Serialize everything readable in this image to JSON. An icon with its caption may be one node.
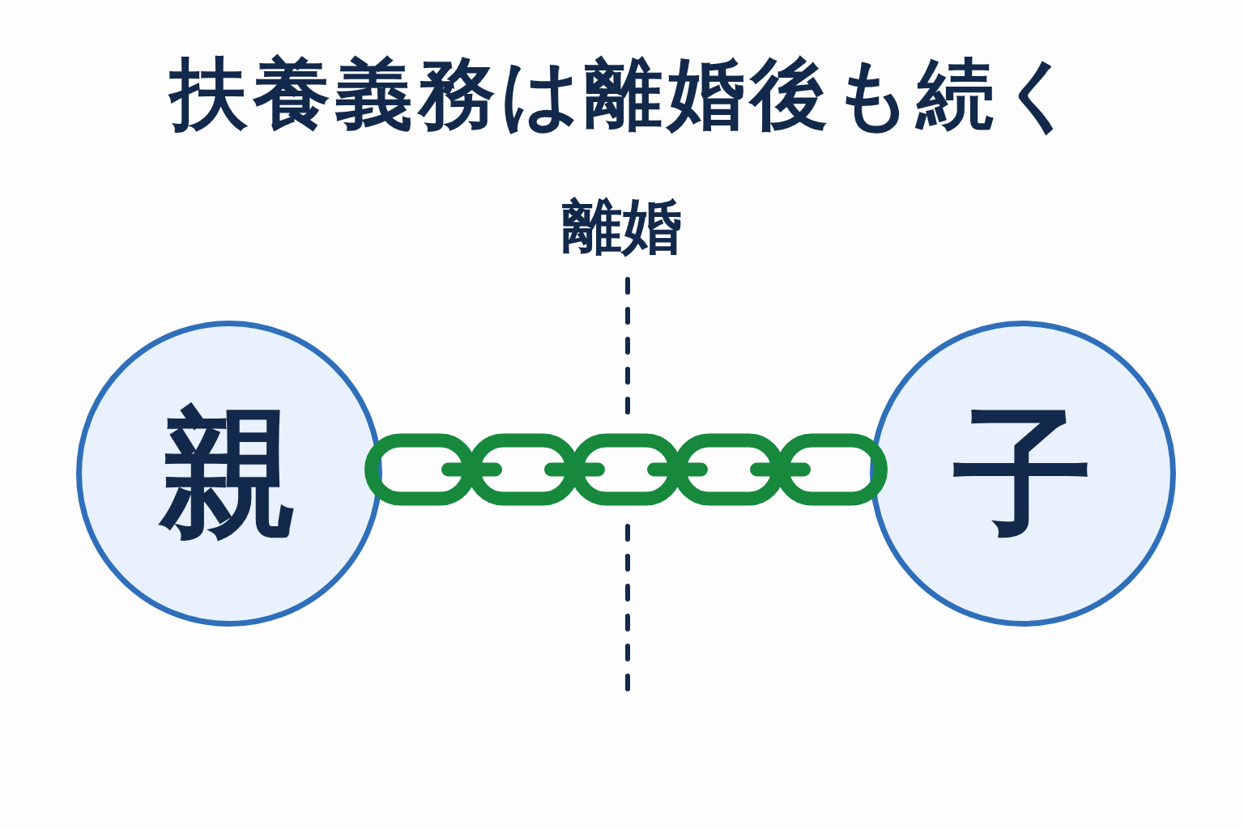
{
  "diagram": {
    "title": "扶養義務は離婚後も続く",
    "nodes": [
      {
        "text": [
          "親"
        ]
      },
      {
        "text": [
          "子"
        ]
      }
    ],
    "edges": [
      {
        "from": 0,
        "to": 1,
        "arrow": "none",
        "color": "#17893d"
      }
    ],
    "labels": [
      "離婚"
    ]
  }
}
